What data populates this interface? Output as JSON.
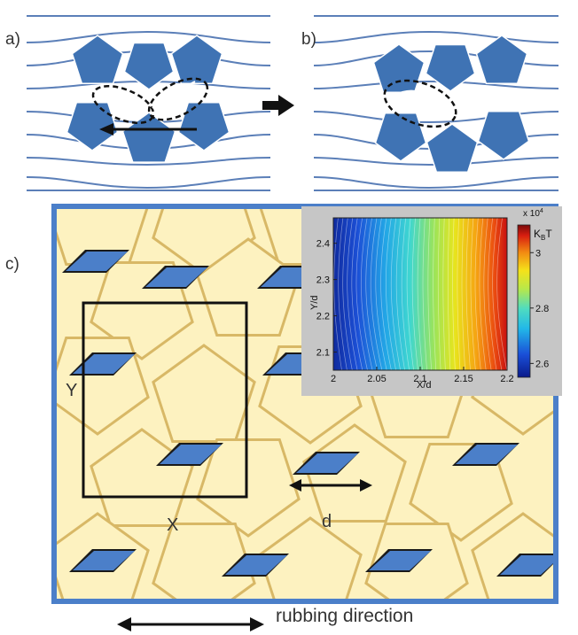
{
  "panels": {
    "a_label": "a)",
    "b_label": "b)",
    "c_label": "c)"
  },
  "main": {
    "label_x": "X",
    "label_y": "Y",
    "label_d": "d",
    "rubbing": "rubbing direction"
  },
  "colors": {
    "pentagon": "#3f73b4",
    "line": "#5b7fb8",
    "cell": "#fdf2c0",
    "wall": "#d8b866",
    "border": "#4b7fc9",
    "inset_bg": "#c6c6c6"
  },
  "chart_data": {
    "type": "heatmap",
    "xlabel": "X/d",
    "ylabel": "Y/d",
    "x_ticks": [
      "2",
      "2.05",
      "2.1",
      "2.15",
      "2.2"
    ],
    "y_ticks": [
      "2.1",
      "2.2",
      "2.3",
      "2.4"
    ],
    "xlim": [
      2.0,
      2.2
    ],
    "ylim": [
      2.05,
      2.47
    ],
    "colorbar_ticks": [
      "2.6",
      "2.8",
      "3"
    ],
    "colorbar_range": [
      2.55,
      3.1
    ],
    "colorbar_multiplier": "x 10",
    "colorbar_exponent": "4",
    "colorbar_unit_main": "K",
    "colorbar_unit_sub": "B",
    "colorbar_unit_tail": "T",
    "colormap": "jet"
  }
}
